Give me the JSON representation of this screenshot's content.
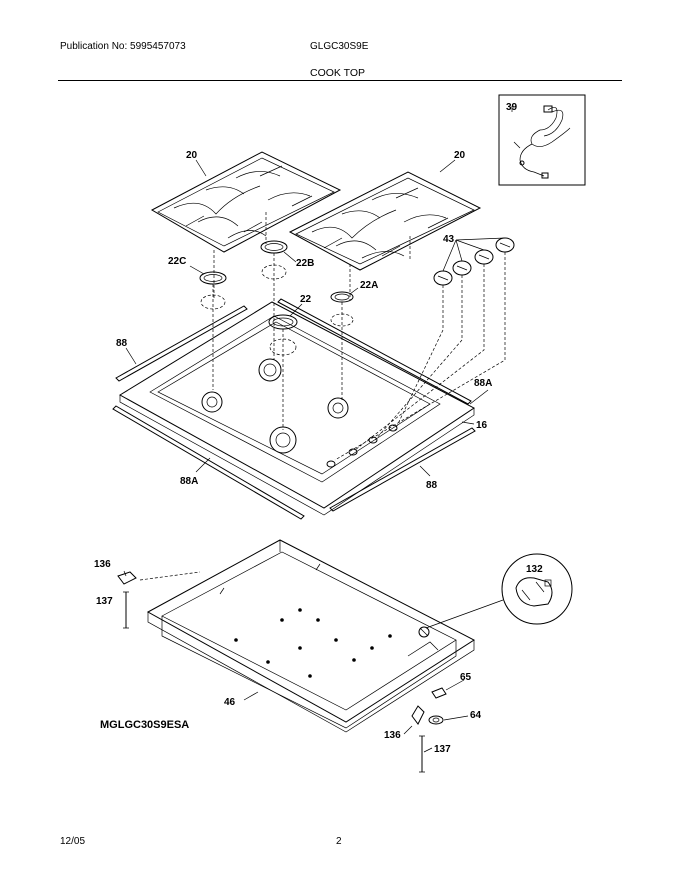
{
  "header": {
    "publication": "Publication No: 5995457073",
    "model": "GLGC30S9E",
    "section": "COOK TOP"
  },
  "footer": {
    "date": "12/05",
    "page": "2"
  },
  "diagram": {
    "model_label": "MGLGC30S9ESA",
    "callouts": {
      "c39": "39",
      "c20a": "20",
      "c20b": "20",
      "c43": "43",
      "c22c": "22C",
      "c22b": "22B",
      "c22a": "22A",
      "c22": "22",
      "c88a": "88",
      "c88b": "88",
      "c88a1": "88A",
      "c88a2": "88A",
      "c16": "16",
      "c132": "132",
      "c136a": "136",
      "c136b": "136",
      "c137a": "137",
      "c137b": "137",
      "c65": "65",
      "c64": "64",
      "c46": "46"
    }
  }
}
